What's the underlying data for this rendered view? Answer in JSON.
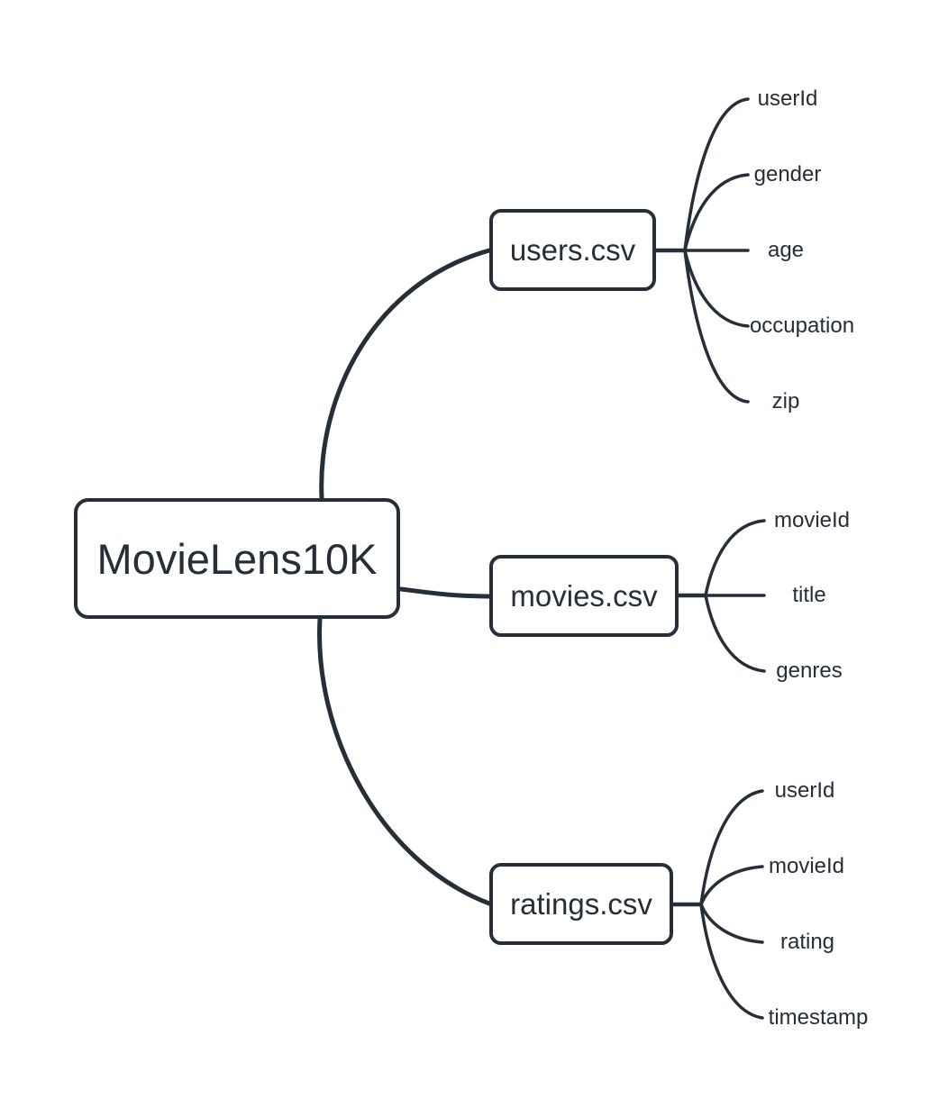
{
  "diagram": {
    "type": "mindmap",
    "root": {
      "label": "MovieLens10K"
    },
    "branches": [
      {
        "label": "users.csv",
        "children": [
          "userId",
          "gender",
          "age",
          "occupation",
          "zip"
        ]
      },
      {
        "label": "movies.csv",
        "children": [
          "movieId",
          "title",
          "genres"
        ]
      },
      {
        "label": "ratings.csv",
        "children": [
          "userId",
          "movieId",
          "rating",
          "timestamp"
        ]
      }
    ]
  },
  "colors": {
    "ink": "#262e38",
    "background": "#ffffff"
  }
}
